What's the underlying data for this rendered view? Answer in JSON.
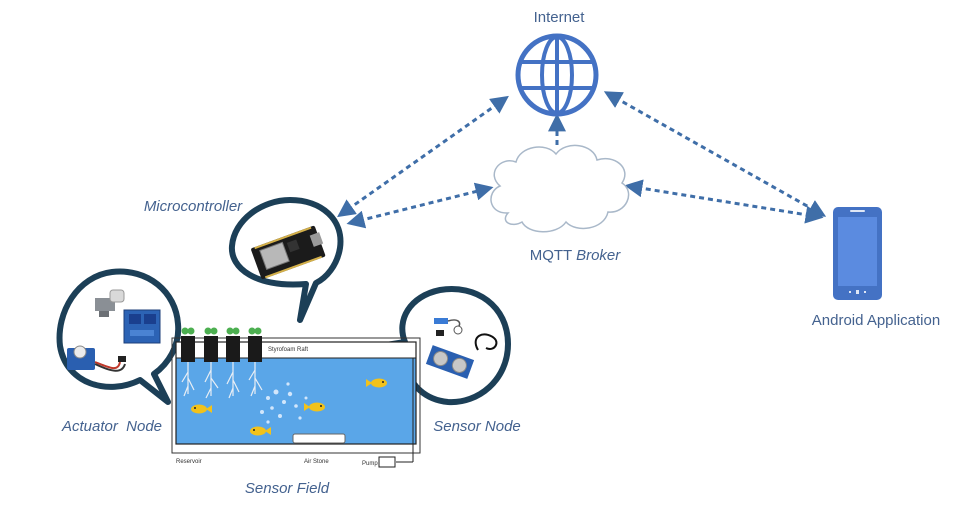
{
  "labels": {
    "internet": "Internet",
    "mqtt_prefix": "MQTT ",
    "mqtt_suffix": "Broker",
    "android": "Android Application",
    "microcontroller": "Microcontroller",
    "actuator": "Actuator  Node",
    "sensor_node": "Sensor Node",
    "sensor_field": "Sensor Field"
  },
  "tank_labels": {
    "raft": "Styrofoam Raft",
    "reservoir": "Reservoir",
    "air_stone": "Air Stone",
    "pump": "Pump"
  },
  "colors": {
    "label": "#44628f",
    "arrow": "#3f6ea8",
    "bubble_outline": "#1c3f57",
    "globe": "#4472c4",
    "phone": "#4472c4",
    "water": "#5aa6e8",
    "fish": "#f2c21b"
  },
  "icons": [
    "globe-icon",
    "cloud-icon",
    "smartphone-icon",
    "esp8266-board-icon",
    "relay-module-icon",
    "servo-icon",
    "ultrasonic-sensor-icon",
    "temperature-probe-icon",
    "fish-icon",
    "plant-icon"
  ]
}
